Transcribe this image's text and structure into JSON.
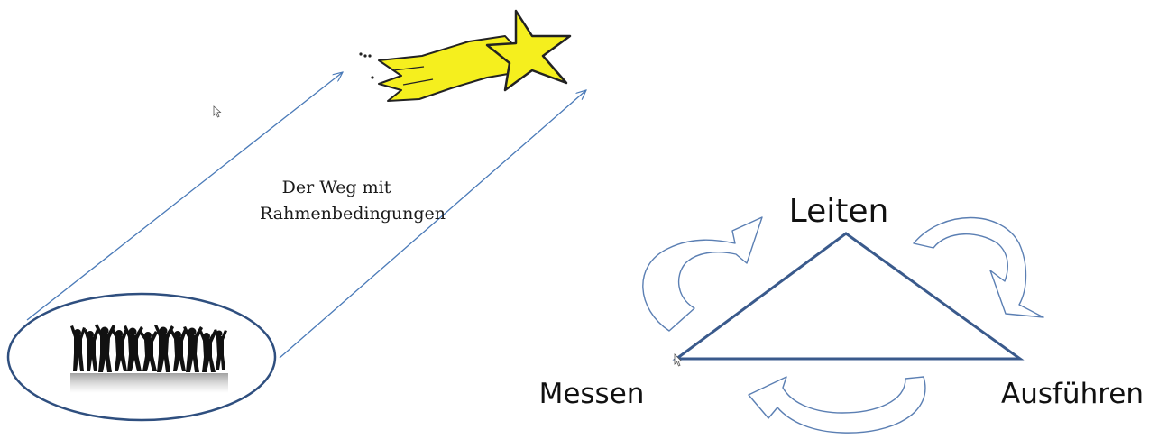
{
  "path_label": {
    "line1": "Der Weg mit",
    "line2": "Rahmenbedingungen"
  },
  "cycle": {
    "top": "Leiten",
    "left": "Messen",
    "right": "Ausführen"
  },
  "colors": {
    "arrow_line": "#4a7ab8",
    "ellipse_stroke": "#2f4f7f",
    "triangle_stroke": "#3a5a8c",
    "curved_arrow_stroke": "#5b7fb3",
    "star_fill": "#f5ef1e",
    "star_stroke": "#222222",
    "crowd": "#111111"
  },
  "icons": {
    "star": "shooting-star-icon",
    "crowd": "crowd-silhouette-icon",
    "cursor": "mouse-pointer-icon"
  }
}
